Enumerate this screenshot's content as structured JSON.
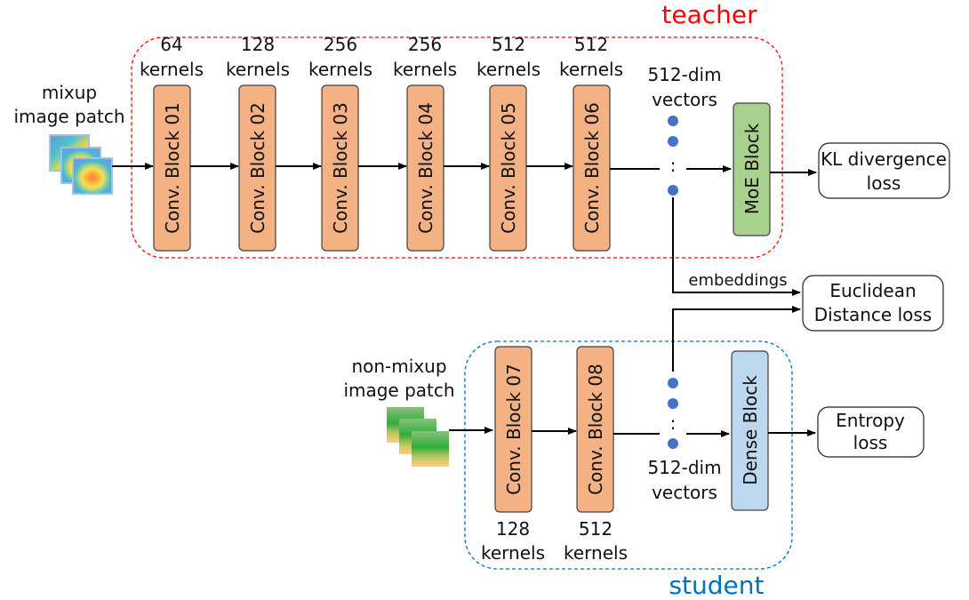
{
  "labels": {
    "teacher": "teacher",
    "student": "student",
    "mixup_input": [
      "mixup",
      "image patch"
    ],
    "nonmixup_input": [
      "non-mixup",
      "image patch"
    ],
    "teacher_vectors": [
      "512-dim",
      "vectors"
    ],
    "student_vectors": [
      "512-dim",
      "vectors"
    ],
    "embeddings": "embeddings",
    "teacher_dots_colon": ":",
    "student_dots_colon": ":"
  },
  "teacher_blocks": [
    {
      "name": "Conv. Block 01",
      "kernels": [
        "64",
        "kernels"
      ]
    },
    {
      "name": "Conv. Block 02",
      "kernels": [
        "128",
        "kernels"
      ]
    },
    {
      "name": "Conv. Block 03",
      "kernels": [
        "256",
        "kernels"
      ]
    },
    {
      "name": "Conv. Block 04",
      "kernels": [
        "256",
        "kernels"
      ]
    },
    {
      "name": "Conv. Block 05",
      "kernels": [
        "512",
        "kernels"
      ]
    },
    {
      "name": "Conv. Block 06",
      "kernels": [
        "512",
        "kernels"
      ]
    }
  ],
  "student_blocks": [
    {
      "name": "Conv. Block 07",
      "kernels": [
        "128",
        "kernels"
      ]
    },
    {
      "name": "Conv. Block 08",
      "kernels": [
        "512",
        "kernels"
      ]
    }
  ],
  "moe_block": "MoE Block",
  "dense_block": "Dense Block",
  "losses": {
    "kl": [
      "KL divergence",
      "loss"
    ],
    "euclidean": [
      "Euclidean",
      "Distance loss"
    ],
    "entropy": [
      "Entropy",
      "loss"
    ]
  },
  "colors": {
    "teacher": "#ff0000",
    "student": "#0070c0",
    "embeddings": "#7030a0",
    "conv_block": "#f4b183",
    "moe_block": "#a9d18e",
    "dense_block": "#bdd7ee",
    "dots": "#4472c4"
  }
}
